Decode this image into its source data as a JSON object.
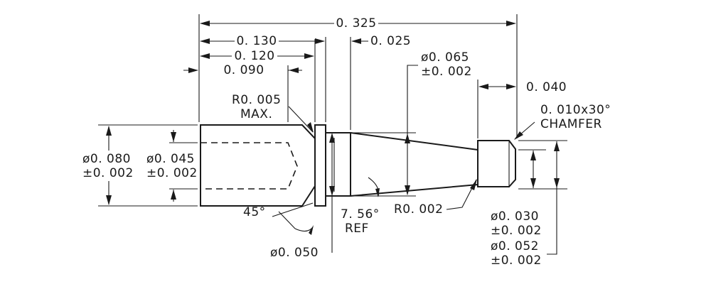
{
  "drawing": {
    "overall_length": "0. 325",
    "len_130": "0. 130",
    "len_120": "0. 120",
    "len_090": "0. 090",
    "len_025": "0. 025",
    "len_040": "0. 040",
    "radius_005": "R0. 005",
    "radius_005_max": "MAX.",
    "dia_065": "ø0. 065",
    "tol_065": "±0. 002",
    "chamfer": "0. 010x30°",
    "chamfer_label": "CHAMFER",
    "dia_080": "ø0. 080",
    "tol_080": "±0. 002",
    "dia_045": "ø0. 045",
    "tol_045": "±0. 002",
    "angle_45": "45°",
    "angle_756": "7. 56°",
    "angle_ref": "REF",
    "radius_002": "R0. 002",
    "dia_050": "ø0. 050",
    "dia_030": "ø0. 030",
    "tol_030": "±0. 002",
    "dia_052": "ø0. 052",
    "tol_052": "±0. 002"
  }
}
